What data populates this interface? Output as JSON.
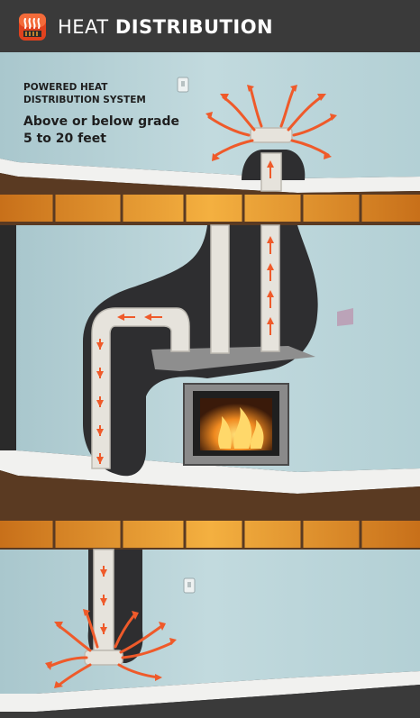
{
  "header": {
    "title_light": "HEAT",
    "title_bold": "DISTRIBUTION",
    "icon": "radiant-heat-icon",
    "background": "#3a3a3a"
  },
  "caption": {
    "system_label_line1": "POWERED HEAT",
    "system_label_line2": "DISTRIBUTION SYSTEM",
    "grade_line1": "Above or below grade",
    "grade_line2": "5 to 20 feet"
  },
  "colors": {
    "wall": "#b8d3d8",
    "duct": "#e6e3dc",
    "cutaway": "#2e2e30",
    "airflow_arrow": "#ef5a2a",
    "joist": "#f0a030",
    "floor_slab": "#f1f1ef"
  },
  "icons": [
    "radiant-heat-icon",
    "thermostat-icon",
    "fireplace-icon",
    "flame-icon",
    "wall-switch-icon"
  ]
}
